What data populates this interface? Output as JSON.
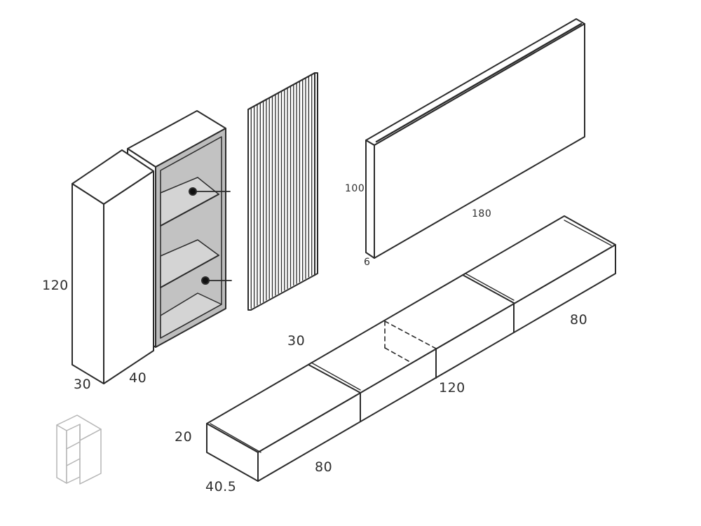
{
  "diagram": {
    "dimensions": {
      "column_height": "120",
      "column_depth": "30",
      "column_width": "40",
      "panel_height": "100",
      "panel_width": "180",
      "panel_depth": "6",
      "base_depth_upper": "30",
      "base_right_width": "80",
      "base_center_width": "120",
      "base_height": "20",
      "base_left_width": "80",
      "base_depth": "40.5"
    },
    "colors": {
      "line": "#2b2b2b",
      "interior": "#bdbdbd",
      "shelf": "#d4d4d4",
      "thumbnail": "#b5b5b5"
    }
  }
}
